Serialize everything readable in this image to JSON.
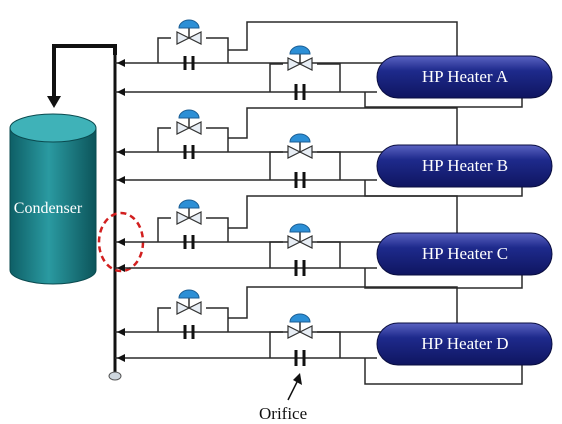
{
  "condenser": {
    "label": "Condenser"
  },
  "heaters": [
    {
      "label": "HP Heater A"
    },
    {
      "label": "HP Heater B"
    },
    {
      "label": "HP Heater C"
    },
    {
      "label": "HP Heater D"
    }
  ],
  "annotation": {
    "orifice_label": "Orifice"
  },
  "colors": {
    "condenser": "#1f7d84",
    "heater": "#1a1f7c",
    "pipe": "#222222",
    "valve_head": "#2c8fd6",
    "highlight": "#d21f1f"
  },
  "icons": [
    "control-valve-icon",
    "orifice-plate-icon",
    "arrow-icon"
  ]
}
